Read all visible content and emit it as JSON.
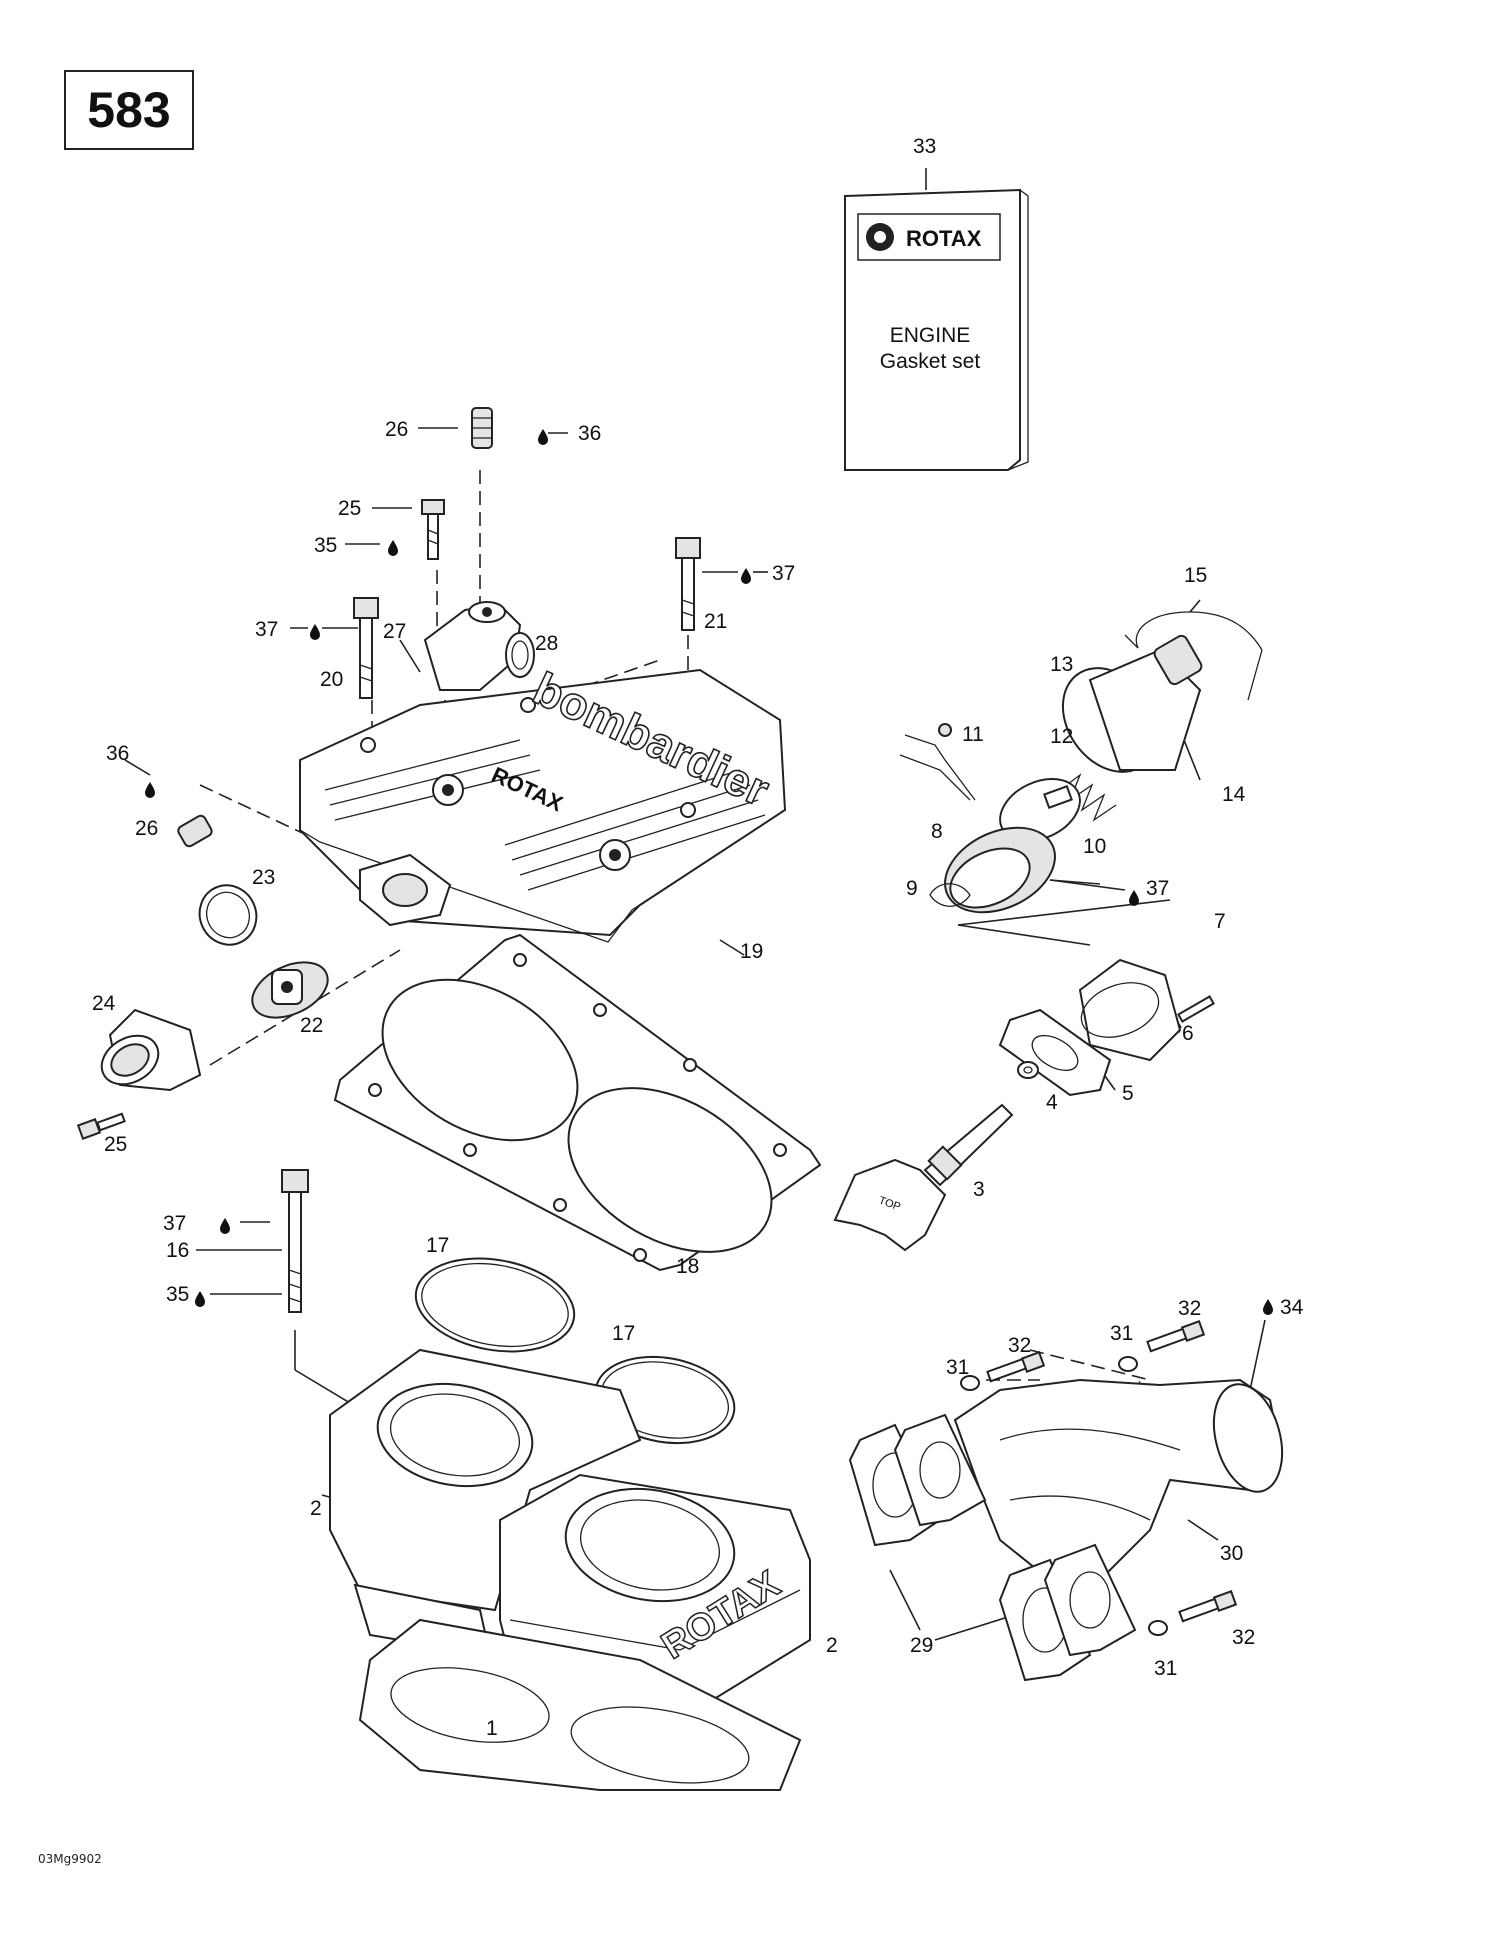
{
  "page_number": "583",
  "footer_code": "03Mg9902",
  "gasket_set_box": {
    "brand": "ROTAX",
    "line1": "ENGINE",
    "line2": "Gasket set"
  },
  "head_logo_text": "bombardier",
  "head_rotax_text": "ROTAX",
  "cylinder_logo_text": "ROTAX",
  "valve_marking": "TOP",
  "callouts": {
    "c1": "1",
    "c2a": "2",
    "c2b": "2",
    "c3": "3",
    "c4": "4",
    "c5": "5",
    "c6": "6",
    "c7": "7",
    "c8": "8",
    "c9": "9",
    "c10": "10",
    "c11": "11",
    "c12": "12",
    "c13": "13",
    "c14": "14",
    "c15": "15",
    "c16": "16",
    "c17a": "17",
    "c17b": "17",
    "c18": "18",
    "c19": "19",
    "c20": "20",
    "c21": "21",
    "c22": "22",
    "c23": "23",
    "c24": "24",
    "c25a": "25",
    "c25b": "25",
    "c26a": "26",
    "c26b": "26",
    "c27": "27",
    "c28": "28",
    "c29": "29",
    "c30": "30",
    "c31a": "31",
    "c31b": "31",
    "c31c": "31",
    "c32a": "32",
    "c32b": "32",
    "c32c": "32",
    "c33": "33",
    "c34": "34",
    "c35a": "35",
    "c35b": "35",
    "c36a": "36",
    "c36b": "36",
    "c37a": "37",
    "c37b": "37",
    "c37c": "37",
    "c37d": "37"
  }
}
